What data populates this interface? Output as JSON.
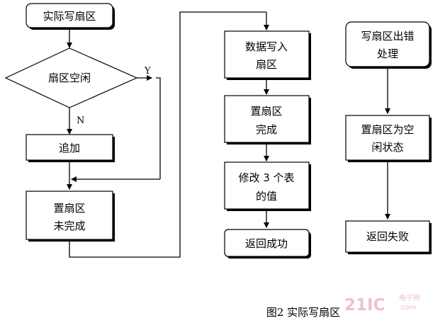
{
  "flow": {
    "n1": "实际写扇区",
    "n2": "扇区空闲",
    "yes": "Y",
    "no": "N",
    "n3": "追加",
    "n4_l1": "置扇区",
    "n4_l2": "未完成",
    "n5_l1": "数据写入",
    "n5_l2": "扇区",
    "n6_l1": "置扇区",
    "n6_l2": "完成",
    "n7_l1": "修改 3 个表",
    "n7_l2": "的值",
    "n8": "返回成功",
    "n9_l1": "写扇区出错",
    "n9_l2": "处理",
    "n10_l1": "置扇区为空",
    "n10_l2": "闲状态",
    "n11": "返回失败"
  },
  "caption": "图2  实际写扇区",
  "watermark": {
    "logo": "21IC",
    "site_l1": "电子网",
    "site_l2": ".com"
  }
}
